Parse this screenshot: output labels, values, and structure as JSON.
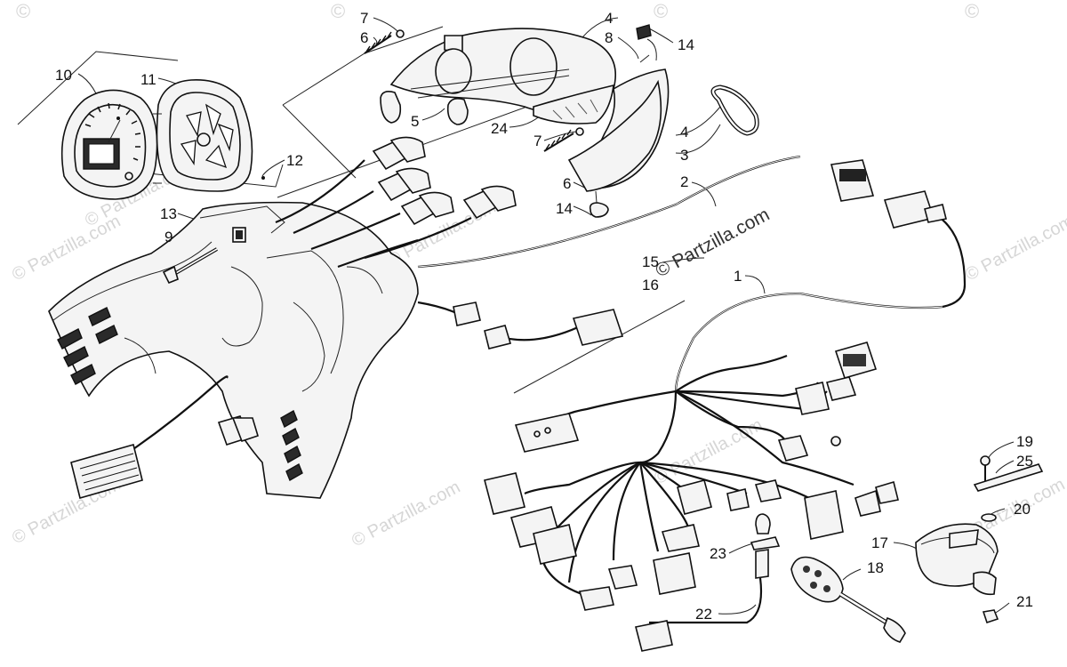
{
  "labels": {
    "l1": "1",
    "l2": "2",
    "l3": "3",
    "l4a": "4",
    "l4b": "4",
    "l5": "5",
    "l6a": "6",
    "l6b": "6",
    "l7a": "7",
    "l7b": "7",
    "l8": "8",
    "l9": "9",
    "l10": "10",
    "l11": "11",
    "l12": "12",
    "l13": "13",
    "l14a": "14",
    "l14b": "14",
    "l15": "15",
    "l16": "16",
    "l17": "17",
    "l18": "18",
    "l19": "19",
    "l20": "20",
    "l21": "21",
    "l22": "22",
    "l23": "23",
    "l24": "24",
    "l25": "25"
  },
  "watermark": {
    "center": "© Partzilla.com",
    "tile": "© Partzilla.com",
    "corner": "©"
  }
}
